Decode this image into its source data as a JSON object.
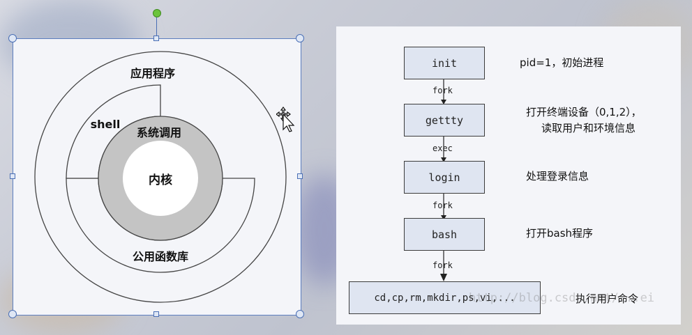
{
  "left_diagram": {
    "ring_app": "应用程序",
    "ring_shell": "shell",
    "ring_syscall": "系统调用",
    "core": "内核",
    "ring_lib": "公用函数库"
  },
  "right_diagram": {
    "nodes": [
      {
        "label": "init",
        "desc": "pid=1，初始进程"
      },
      {
        "label": "gettty",
        "desc_line1": "打开终端设备（0,1,2），",
        "desc_line2": "读取用户和环境信息"
      },
      {
        "label": "login",
        "desc": "处理登录信息"
      },
      {
        "label": "bash",
        "desc": "打开bash程序"
      },
      {
        "label": "cd,cp,rm,mkdir,ps,vi,...",
        "desc": "执行用户命令"
      }
    ],
    "edges": [
      "fork",
      "exec",
      "fork",
      "fork"
    ],
    "watermark": "http://blog.csdn.net/...ei"
  },
  "colors": {
    "node_fill": "#dfe5f1",
    "kernel_ring": "#c4c4c4",
    "selection": "#4a6fb5"
  }
}
